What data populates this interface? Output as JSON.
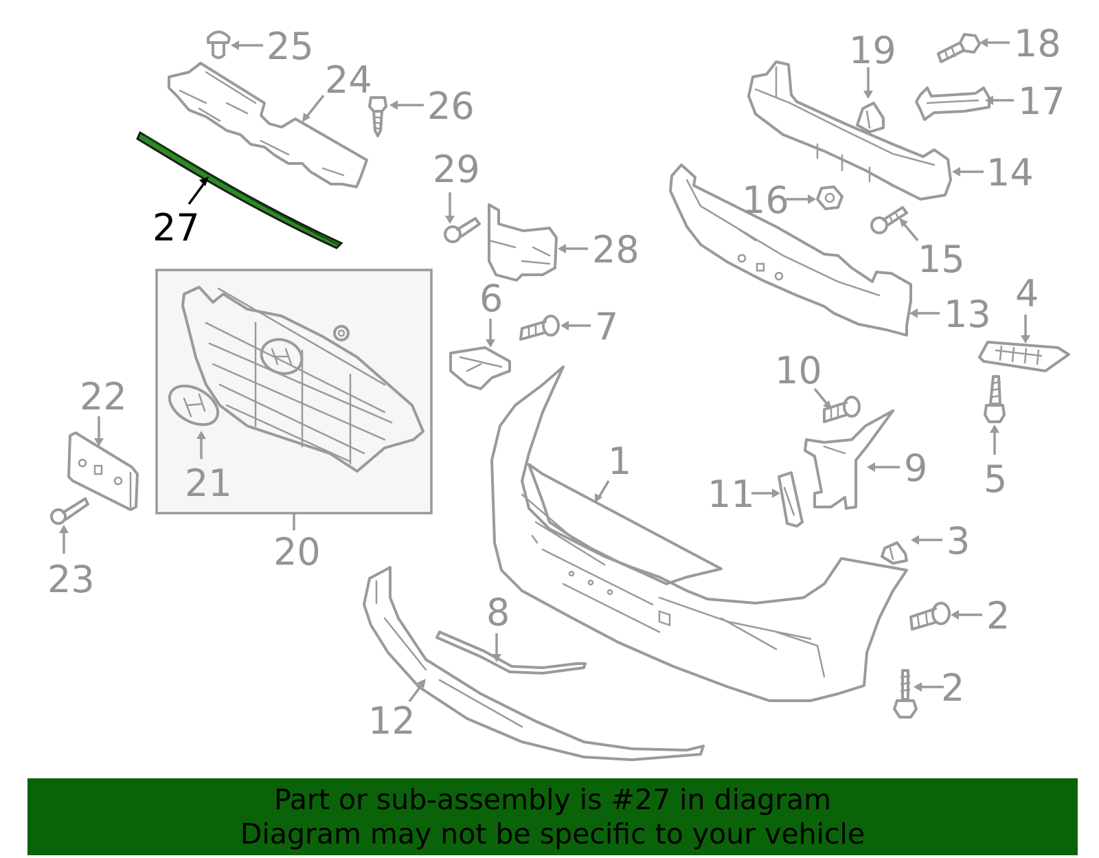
{
  "colors": {
    "banner_bg": "#0b6309",
    "highlight_part": "#2e8a26",
    "outline_gray": "#9a9a9a",
    "label_gray": "#949494",
    "highlight_label": "#000000",
    "grille_box_bg": "#f6f6f6"
  },
  "callouts": {
    "n1": "1",
    "n2a": "2",
    "n2b": "2",
    "n3": "3",
    "n4": "4",
    "n5": "5",
    "n6": "6",
    "n7": "7",
    "n8": "8",
    "n9": "9",
    "n10": "10",
    "n11": "11",
    "n12": "12",
    "n13": "13",
    "n14": "14",
    "n15": "15",
    "n16": "16",
    "n17": "17",
    "n18": "18",
    "n19": "19",
    "n20": "20",
    "n21": "21",
    "n22": "22",
    "n23": "23",
    "n24": "24",
    "n25": "25",
    "n26": "26",
    "n27": "27",
    "n28": "28",
    "n29": "29"
  },
  "highlighted_part": "27",
  "banner": {
    "line1": "Part or sub-assembly is #27 in diagram",
    "line2": "Diagram may not be specific to your vehicle"
  }
}
